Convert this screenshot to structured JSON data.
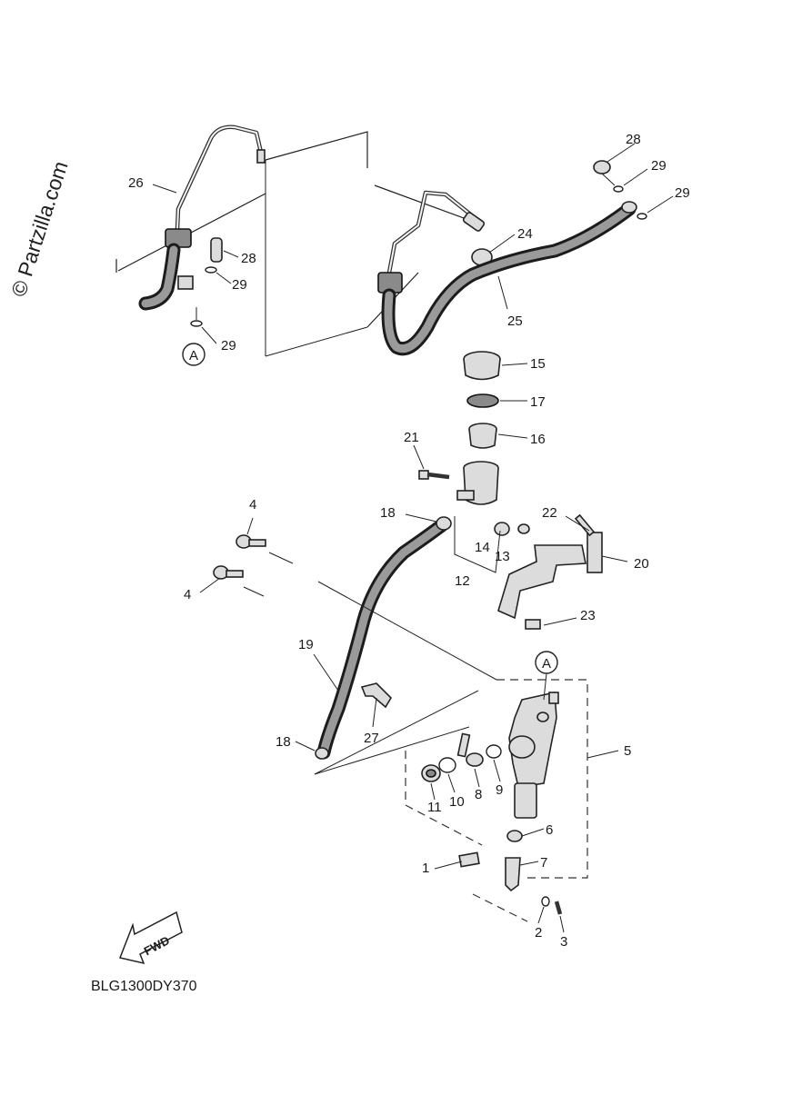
{
  "watermark": "© Partzilla.com",
  "diagram_code": "BLG1300DY370",
  "fwd_label": "FWD",
  "ref_mark": "A",
  "callouts": {
    "c1": "1",
    "c2": "2",
    "c3": "3",
    "c4a": "4",
    "c4b": "4",
    "c5": "5",
    "c6": "6",
    "c7": "7",
    "c8": "8",
    "c9": "9",
    "c10": "10",
    "c11": "11",
    "c12": "12",
    "c13": "13",
    "c14": "14",
    "c15": "15",
    "c16": "16",
    "c17": "17",
    "c18a": "18",
    "c18b": "18",
    "c19": "19",
    "c20": "20",
    "c21": "21",
    "c22": "22",
    "c23": "23",
    "c24": "24",
    "c25": "25",
    "c26": "26",
    "c27": "27",
    "c28a": "28",
    "c28b": "28",
    "c29a": "29",
    "c29b": "29",
    "c29c": "29",
    "c29d": "29"
  }
}
